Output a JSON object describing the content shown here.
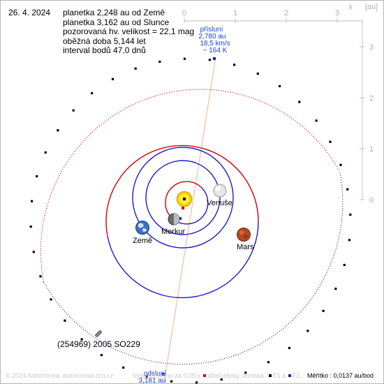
{
  "date": "26. 4. 2024",
  "info_lines": [
    "planetka 2,248 au od Země",
    "planetka 3,162 au od Slunce",
    "pozorovaná hv. velikost = 22,1 mag",
    "oběžná doba 5,144 let",
    "interval bodů 47,0 dnů"
  ],
  "axes": {
    "x_label": "x",
    "unit_label": "[au]",
    "x_ticks": [
      "0",
      "1",
      "2",
      "3"
    ],
    "y_ticks": [
      "3",
      "2",
      "1",
      "0"
    ]
  },
  "perihelion": {
    "title": "přísluní",
    "distance": "2,780 au",
    "speed": "18,5 km/s",
    "temperature": "~ 164 K"
  },
  "aphelion": {
    "title": "odsluní",
    "distance": "3,181 au"
  },
  "bodies": {
    "venus": "Venuše",
    "mercury": "Merkur",
    "earth": "Země",
    "mars": "Mars"
  },
  "asteroid_label": "(254969) 2005 SO229",
  "footer": {
    "copyright": "© 2024 Astronomia, astronomia.zcu.cz",
    "render_time": "Vygenerováno za 0,09 s",
    "legend_center": "střed elipsy, ohniska",
    "legend_f1": "F1 a",
    "legend_f2": "F2",
    "scale": "Měřítko : 0,0137 au/bod"
  },
  "colors": {
    "orbit_red": "#d40000",
    "orbit_blue": "#1a1acc",
    "apsides_line": "#f5b088",
    "perihelion_text": "#1a3fd6",
    "axis_grey": "#c0c0c0"
  },
  "icons": {
    "sun": "sun-icon",
    "venus": "venus-planet-icon",
    "mercury": "mercury-planet-icon",
    "earth": "earth-planet-icon",
    "mars": "mars-planet-icon",
    "asteroid": "asteroid-icon"
  }
}
